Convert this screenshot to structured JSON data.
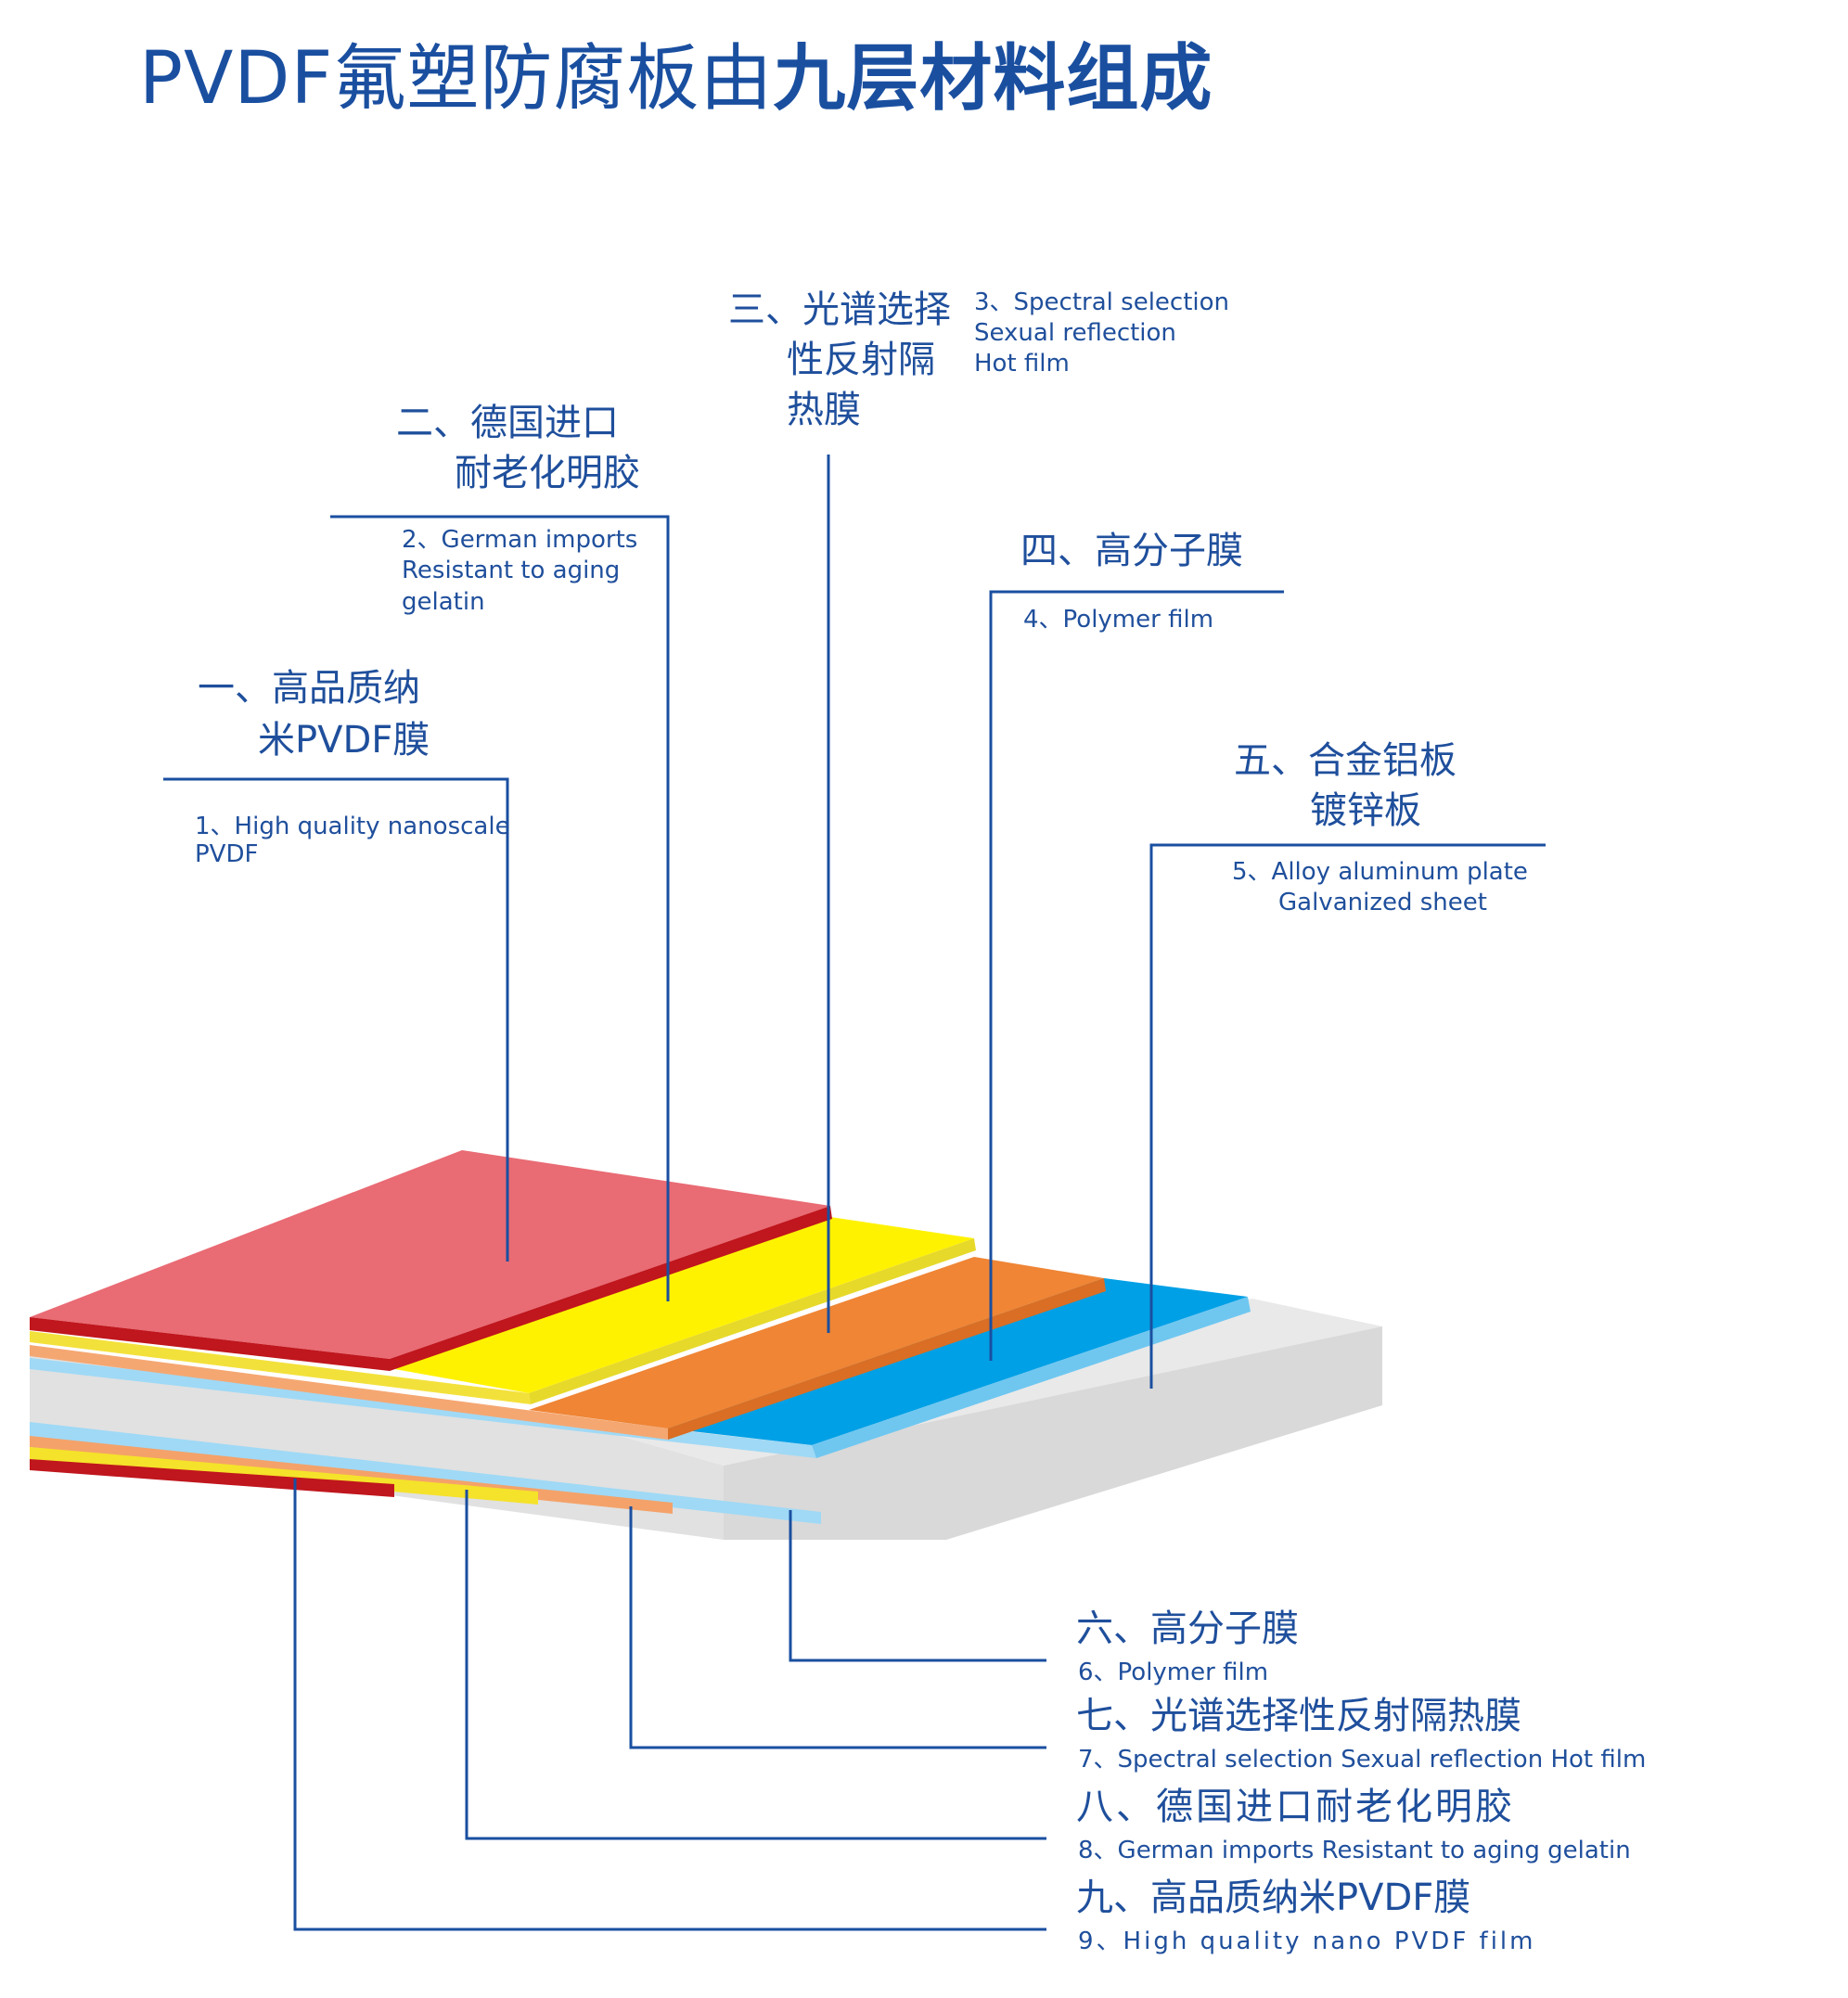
{
  "title": {
    "part1": "PVDF氟塑防腐板由",
    "part2": "九层材料组成"
  },
  "layers": [
    {
      "cn_line1": "一、高品质纳",
      "cn_line2": "米PVDF膜",
      "en_line1": "1、High quality nanoscale",
      "en_line2": "PVDF"
    },
    {
      "cn_line1": "二、德国进口",
      "cn_line2": "耐老化明胶",
      "en_line1": "2、German imports",
      "en_line2": "Resistant to aging",
      "en_line3": "gelatin"
    },
    {
      "cn_line1": "三、光谱选择",
      "cn_line2": "性反射隔",
      "cn_line3": "热膜",
      "en_line1": "3、Spectral selection",
      "en_line2": "Sexual reflection",
      "en_line3": "Hot film"
    },
    {
      "cn_line1": "四、高分子膜",
      "en_line1": "4、Polymer film"
    },
    {
      "cn_line1": "五、合金铝板",
      "cn_line2": "镀锌板",
      "en_line1": "5、Alloy aluminum plate",
      "en_line2": "Galvanized sheet"
    },
    {
      "cn_line1": "六、高分子膜",
      "en_line1": "6、Polymer film"
    },
    {
      "cn_line1": "七、光谱选择性反射隔热膜",
      "en_line1": "7、Spectral selection Sexual reflection Hot film"
    },
    {
      "cn_line1": "八、德国进口耐老化明胶",
      "en_line1": "8、German imports Resistant to aging gelatin"
    },
    {
      "cn_line1": "九、高品质纳米PVDF膜",
      "en_line1": "9、High quality nano PVDF film"
    }
  ],
  "colors": {
    "text": "#1f4f9c",
    "leader_line": "#1a4fa0",
    "pvdf_film": "#e96b74",
    "pvdf_edge": "#c0161d",
    "gelatin": "#fff200",
    "gelatin_edge": "#e6d92a",
    "reflective_film": "#ef8535",
    "reflective_edge": "#f5a772",
    "polymer_film": "#00a0e6",
    "polymer_edge": "#86d3f5",
    "alloy_plate": "#e9e9e9",
    "alloy_edge": "#dcdcdc"
  }
}
